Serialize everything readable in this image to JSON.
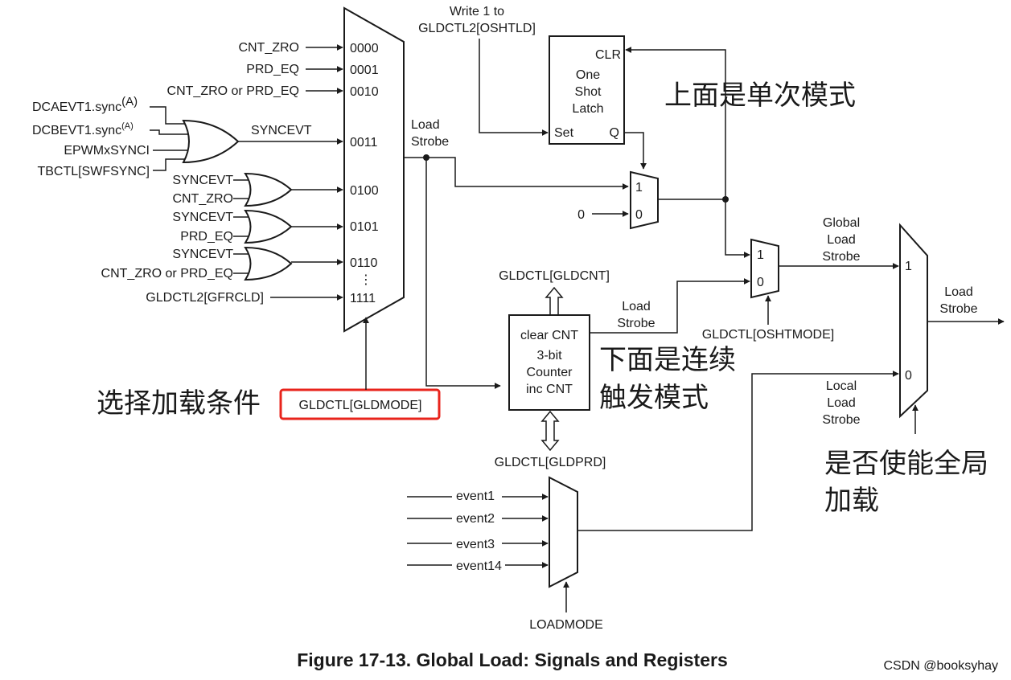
{
  "mux_main": {
    "inputs": [
      "CNT_ZRO",
      "PRD_EQ",
      "CNT_ZRO or PRD_EQ"
    ],
    "codes": [
      "0000",
      "0001",
      "0010",
      "0011",
      "0100",
      "0101",
      "0110",
      "1111"
    ],
    "or_gate_big_inputs": [
      "DCAEVT1.sync",
      "DCBEVT1.sync",
      "EPWMxSYNCI",
      "TBCTL[SWFSYNC]"
    ],
    "sup_a": "(A)",
    "syncevt_out": "SYNCEVT",
    "or_gate_1_inputs": [
      "SYNCEVT",
      "CNT_ZRO"
    ],
    "or_gate_2_inputs": [
      "SYNCEVT",
      "PRD_EQ"
    ],
    "or_gate_3_inputs": [
      "SYNCEVT",
      "CNT_ZRO or PRD_EQ"
    ],
    "force_input": "GLDCTL2[GFRCLD]",
    "dots": "⋮",
    "select": "GLDCTL[GLDMODE]"
  },
  "load_strobe_1": [
    "Load",
    "Strobe"
  ],
  "write1": [
    "Write 1 to",
    "GLDCTL2[OSHTLD]"
  ],
  "latch": {
    "clr": "CLR",
    "title": [
      "One",
      "Shot",
      "Latch"
    ],
    "set": "Set",
    "q": "Q"
  },
  "mux_small": {
    "in1": "1",
    "in0": "0",
    "zero_input": "0"
  },
  "counter": {
    "top_reg": "GLDCTL[GLDCNT]",
    "lines": [
      "clear CNT",
      "3-bit",
      "Counter",
      "inc CNT"
    ],
    "bottom_reg": "GLDCTL[GLDPRD]"
  },
  "load_strobe_2": [
    "Load",
    "Strobe"
  ],
  "mux_osht": {
    "in1": "1",
    "in0": "0",
    "select": "GLDCTL[OSHTMODE]"
  },
  "global_load_strobe": [
    "Global",
    "Load",
    "Strobe"
  ],
  "local_load_strobe": [
    "Local",
    "Load",
    "Strobe"
  ],
  "mux_final": {
    "in1": "1",
    "in0": "0"
  },
  "output": [
    "Load",
    "Strobe"
  ],
  "event_mux": {
    "inputs": [
      "event1",
      "event2",
      "event3",
      "event14"
    ],
    "select": "LOADMODE"
  },
  "annotations": {
    "top": "上面是单次模式",
    "bottom": [
      "下面是连续",
      "触发模式"
    ],
    "left": "选择加载条件",
    "right": [
      "是否使能全局",
      "加载"
    ]
  },
  "caption": "Figure 17-13. Global Load: Signals and Registers",
  "watermark": "CSDN @booksyhay",
  "colors": {
    "annotation": "#e8241c",
    "ink": "#1a1a1a"
  }
}
